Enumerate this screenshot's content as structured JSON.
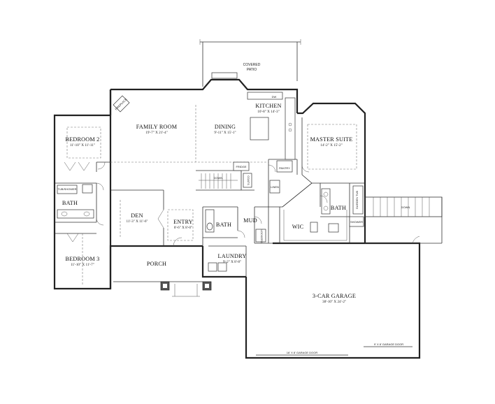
{
  "rooms": {
    "covered_patio": {
      "line1": "COVERED",
      "line2": "PATIO"
    },
    "family_room": {
      "name": "FAMILY ROOM",
      "dims": "19'-7\" X 21'-4\""
    },
    "dining": {
      "name": "DINING",
      "dims": "9'-11\" X 15'-1\""
    },
    "kitchen": {
      "name": "KITCHEN",
      "dims": "10'-8\" X 14'-3\""
    },
    "bedroom2": {
      "name": "BEDROOM 2",
      "dims": "11'-10\" X 11'-11\""
    },
    "bedroom3": {
      "name": "BEDROOM 3",
      "dims": "11'-10\" X 11'-7\""
    },
    "bath_hall": {
      "name": "BATH"
    },
    "den": {
      "name": "DEN",
      "dims": "11'-3\" X 11'-6\""
    },
    "entry": {
      "name": "ENTRY",
      "dims": "8'-6\" X 8'-0\""
    },
    "porch": {
      "name": "PORCH"
    },
    "bath_mud": {
      "name": "BATH"
    },
    "mud": {
      "name": "MUD"
    },
    "laundry": {
      "name": "LAUNDRY",
      "dims": "9'-2\" X 8'-8\""
    },
    "master_suite": {
      "name": "MASTER SUITE",
      "dims": "14'-2\" X 15'-2\""
    },
    "master_bath": {
      "name": "BATH"
    },
    "wic": {
      "name": "WIC"
    },
    "garage": {
      "name": "3-CAR GARAGE",
      "dims": "38'-10\" X 24'-2\""
    }
  },
  "labels": {
    "fireplace": "FIREPLACE",
    "dw": "DW",
    "pantry": "PANTRY",
    "fridge": "FRIDGE",
    "down_stairs": "DOWN",
    "down_ext": "DOWN",
    "tub_shower": "TUB/SHOWER",
    "garden_tub": "GARDEN TUB",
    "shower": "SHOWER",
    "linen": "LINEN",
    "coats": "COATS",
    "lockers": "LOCKERS",
    "garage_door_16": "16' X 8' GARAGE DOOR",
    "garage_door_9": "9' X 8' GARAGE DOOR"
  }
}
